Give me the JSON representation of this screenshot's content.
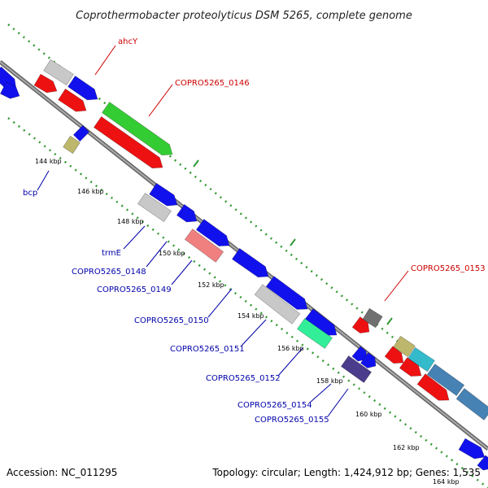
{
  "title": "Coprothermobacter proteolyticus DSM 5265, complete genome",
  "footer": {
    "accession": "Accession: NC_011295",
    "summary": "Topology: circular; Length: 1,424,912 bp; Genes: 1,535"
  },
  "colors": {
    "forward_label": "#cc0000",
    "reverse_label": "#0000aa",
    "backbone": "#888888",
    "tick_dots": "#339933"
  },
  "tick_labels": [
    "144 kbp",
    "146 kbp",
    "148 kbp",
    "150 kbp",
    "152 kbp",
    "154 kbp",
    "156 kbp",
    "158 kbp",
    "160 kbp",
    "162 kbp",
    "164 kbp"
  ],
  "gene_labels": [
    {
      "text": "ahcY",
      "strand": "forward"
    },
    {
      "text": "COPRO5265_0146",
      "strand": "forward"
    },
    {
      "text": "COPRO5265_0153",
      "strand": "forward"
    },
    {
      "text": "bcp",
      "strand": "reverse"
    },
    {
      "text": "trmE",
      "strand": "reverse"
    },
    {
      "text": "COPRO5265_0148",
      "strand": "reverse"
    },
    {
      "text": "COPRO5265_0149",
      "strand": "reverse"
    },
    {
      "text": "COPRO5265_0150",
      "strand": "reverse"
    },
    {
      "text": "COPRO5265_0151",
      "strand": "reverse"
    },
    {
      "text": "COPRO5265_0152",
      "strand": "reverse"
    },
    {
      "text": "COPRO5265_0154",
      "strand": "reverse"
    },
    {
      "text": "COPRO5265_0155",
      "strand": "reverse"
    }
  ],
  "features": [
    {
      "name": "feature-blue",
      "color": "#1111ee"
    },
    {
      "name": "feature-red",
      "color": "#ee1111"
    },
    {
      "name": "feature-grey",
      "color": "#c8c8c8"
    },
    {
      "name": "feature-green",
      "color": "#33cc33"
    },
    {
      "name": "feature-khaki",
      "color": "#bdb76b"
    },
    {
      "name": "feature-salmon",
      "color": "#f08080"
    },
    {
      "name": "feature-aqua",
      "color": "#33ee99"
    },
    {
      "name": "feature-indigo",
      "color": "#4b3c8c"
    },
    {
      "name": "feature-darkgrey",
      "color": "#707070"
    },
    {
      "name": "feature-cyan",
      "color": "#33bbcc"
    },
    {
      "name": "feature-steelblue",
      "color": "#4682b4"
    }
  ]
}
